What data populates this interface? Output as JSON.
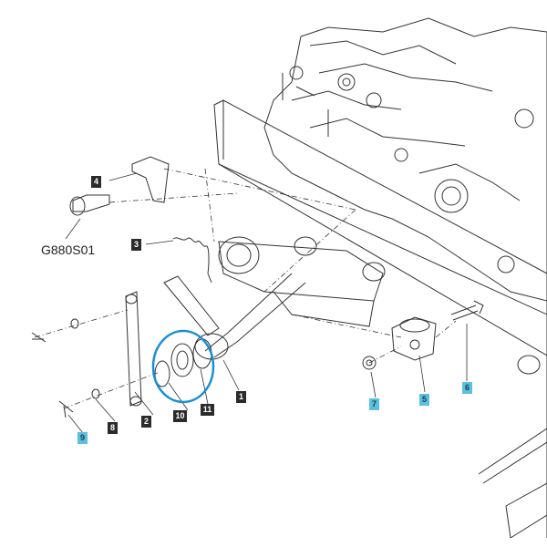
{
  "diagram": {
    "part_code": "G880S01",
    "callouts": [
      {
        "id": "c1",
        "label": "1",
        "style": "dark"
      },
      {
        "id": "c2",
        "label": "2",
        "style": "dark"
      },
      {
        "id": "c3",
        "label": "3",
        "style": "dark"
      },
      {
        "id": "c4",
        "label": "4",
        "style": "dark"
      },
      {
        "id": "c5",
        "label": "5",
        "style": "cyan"
      },
      {
        "id": "c6",
        "label": "6",
        "style": "cyan"
      },
      {
        "id": "c7",
        "label": "7",
        "style": "cyan"
      },
      {
        "id": "c8",
        "label": "8",
        "style": "dark"
      },
      {
        "id": "c9",
        "label": "9",
        "style": "cyan"
      },
      {
        "id": "c10",
        "label": "10",
        "style": "dark"
      },
      {
        "id": "c11",
        "label": "11",
        "style": "dark"
      }
    ],
    "colors": {
      "line": "#333333",
      "dark_tag": "#2b2b2b",
      "cyan_tag": "#5bc0de",
      "highlight_ring": "#1a8fd6"
    }
  }
}
